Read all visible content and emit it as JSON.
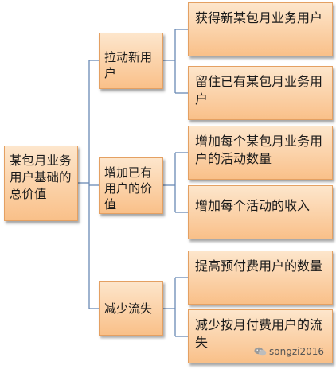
{
  "diagram": {
    "root": "某包月业务用户基础的总价值",
    "branches": [
      {
        "label": "拉动新用户",
        "leaves": [
          "获得新某包月业务用户",
          "留住已有某包月业务用户"
        ]
      },
      {
        "label": "增加已有用户的价值",
        "leaves": [
          "增加每个某包月业务用户的活动数量",
          "增加每个活动的收入"
        ]
      },
      {
        "label": "减少流失",
        "leaves": [
          "提高预付费用户的数量",
          "减少按月付费用户的流失"
        ]
      }
    ]
  },
  "watermark": {
    "text": "songzi2016",
    "icon": "wechat-icon"
  },
  "colors": {
    "box_fill_top": "#fde6cc",
    "box_fill_bottom": "#f9c089",
    "box_border": "#e4a062",
    "connector": "#6a8ab5"
  }
}
